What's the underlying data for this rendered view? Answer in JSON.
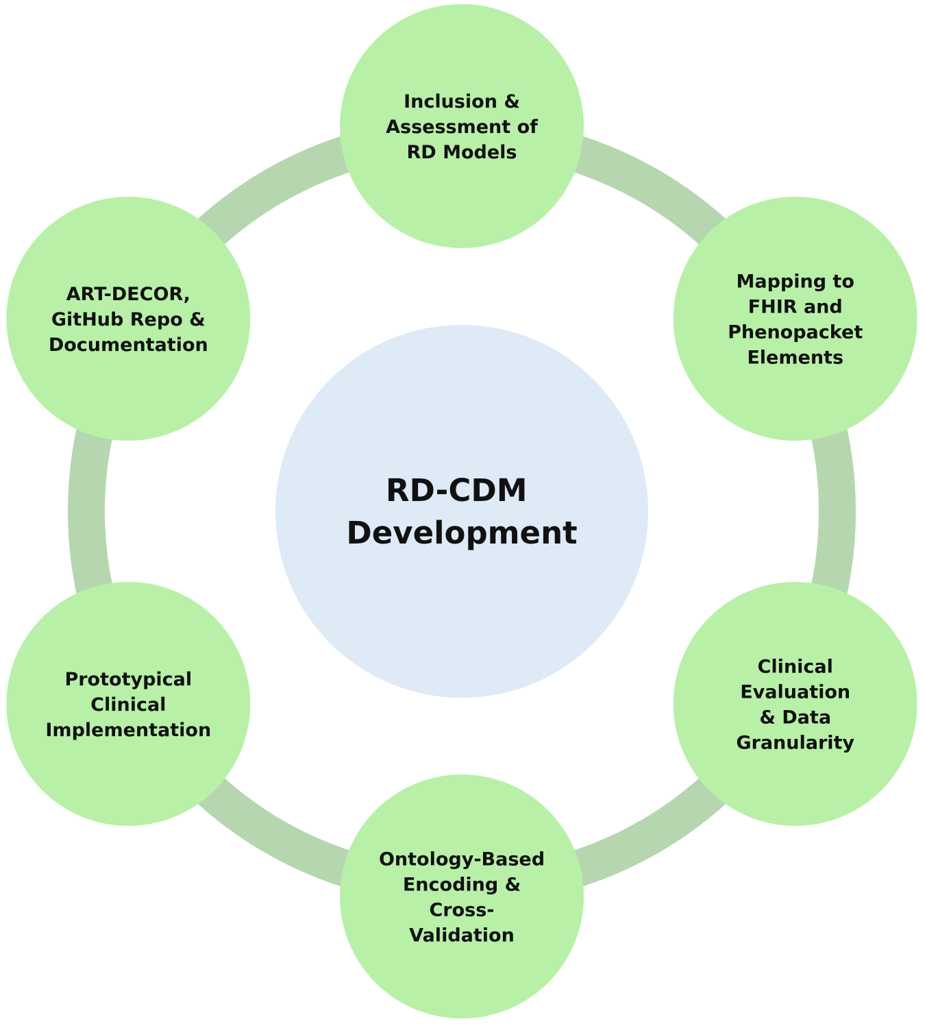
{
  "colors": {
    "ring": "#b6d6b0",
    "node_fill": "#b8f0a8",
    "center_fill": "#deeaf5",
    "text": "#111111"
  },
  "center": {
    "lines": [
      "RD-CDM",
      "Development"
    ]
  },
  "steps": [
    {
      "id": "inclusion",
      "lines": [
        "Inclusion &",
        "Assessment of",
        "RD Models"
      ]
    },
    {
      "id": "mapping",
      "lines": [
        "Mapping to",
        "FHIR and",
        "Phenopacket",
        "Elements"
      ]
    },
    {
      "id": "clinical-evaluation",
      "lines": [
        "Clinical",
        "Evaluation",
        "& Data",
        "Granularity"
      ]
    },
    {
      "id": "ontology",
      "lines": [
        "Ontology-Based",
        "Encoding &",
        "Cross-",
        "Validation"
      ]
    },
    {
      "id": "prototypical",
      "lines": [
        "Prototypical",
        "Clinical",
        "Implementation"
      ]
    },
    {
      "id": "art-decor",
      "lines": [
        "ART-DECOR,",
        "GitHub Repo &",
        "Documentation"
      ]
    }
  ]
}
